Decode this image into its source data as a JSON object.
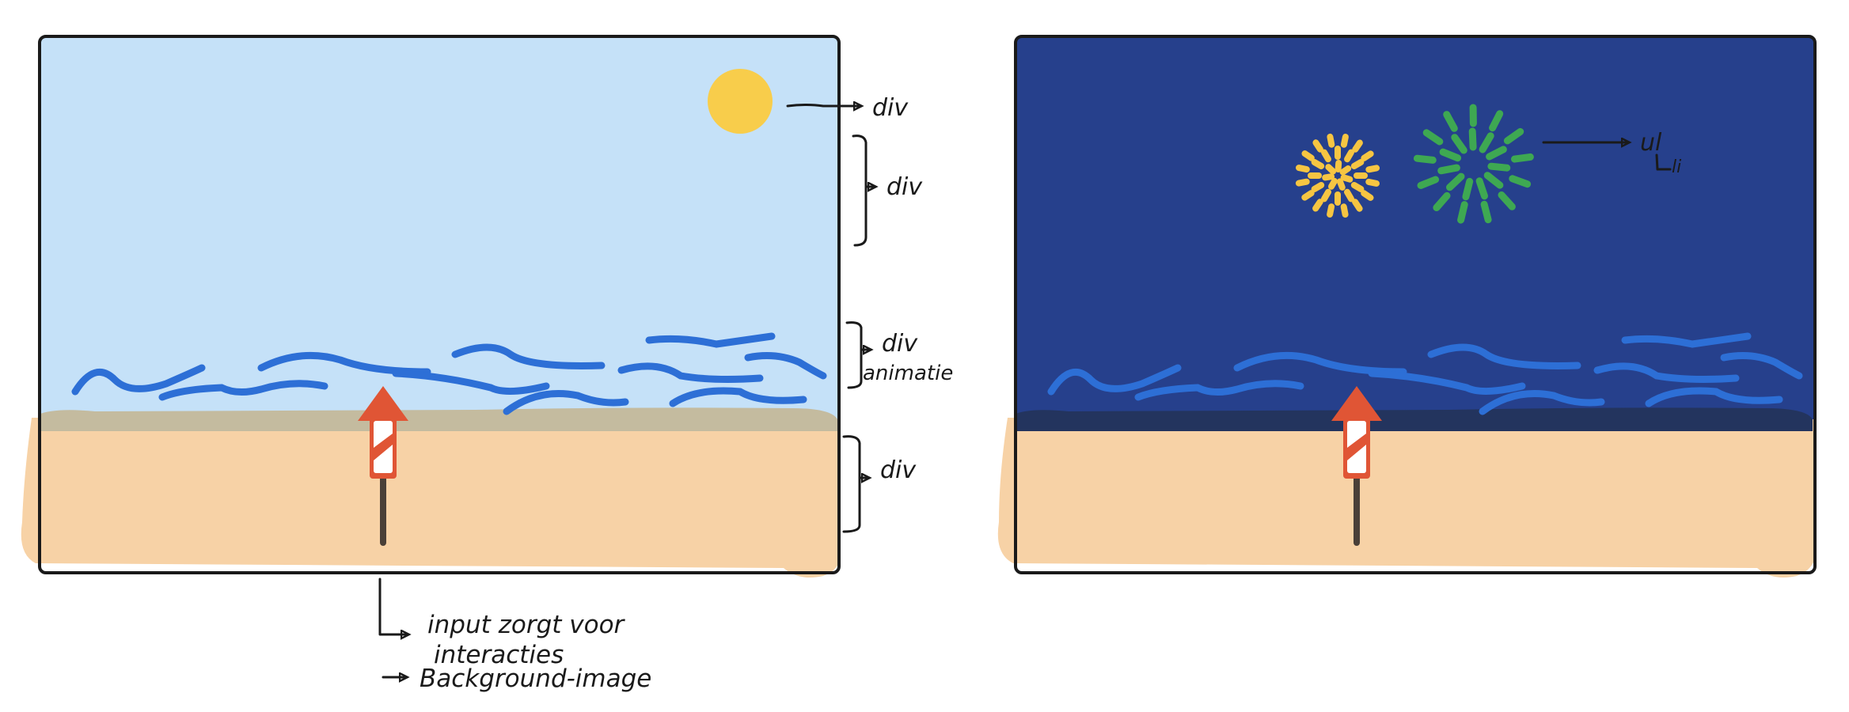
{
  "colors": {
    "sky_day": "#C5E1F8",
    "sky_night": "#26408C",
    "sand": "#F7D2A6",
    "sand_edge_day": "#C4BB9F",
    "sand_edge_night": "#23345E",
    "wave": "#2D6FD6",
    "sun": "#F8CD4B",
    "firework_yellow": "#F6C542",
    "firework_green": "#3EA852",
    "rocket_red": "#E05535",
    "stick": "#4A4038",
    "frame": "#1A1A1A",
    "annotation": "#1A1A1A"
  },
  "annotations": {
    "sun_label": "div",
    "sky_label": "div",
    "sea_label": "div",
    "sea_sub_label": "animatie",
    "beach_label": "div",
    "input_line1": "input zorgt voor",
    "input_line2": "interacties",
    "background_label": "Background-image",
    "fireworks_label": "ul",
    "fireworks_sub_label": "li"
  },
  "scenes": [
    {
      "name": "day",
      "celestial": "sun-icon"
    },
    {
      "name": "night",
      "celestial": "fireworks"
    }
  ]
}
